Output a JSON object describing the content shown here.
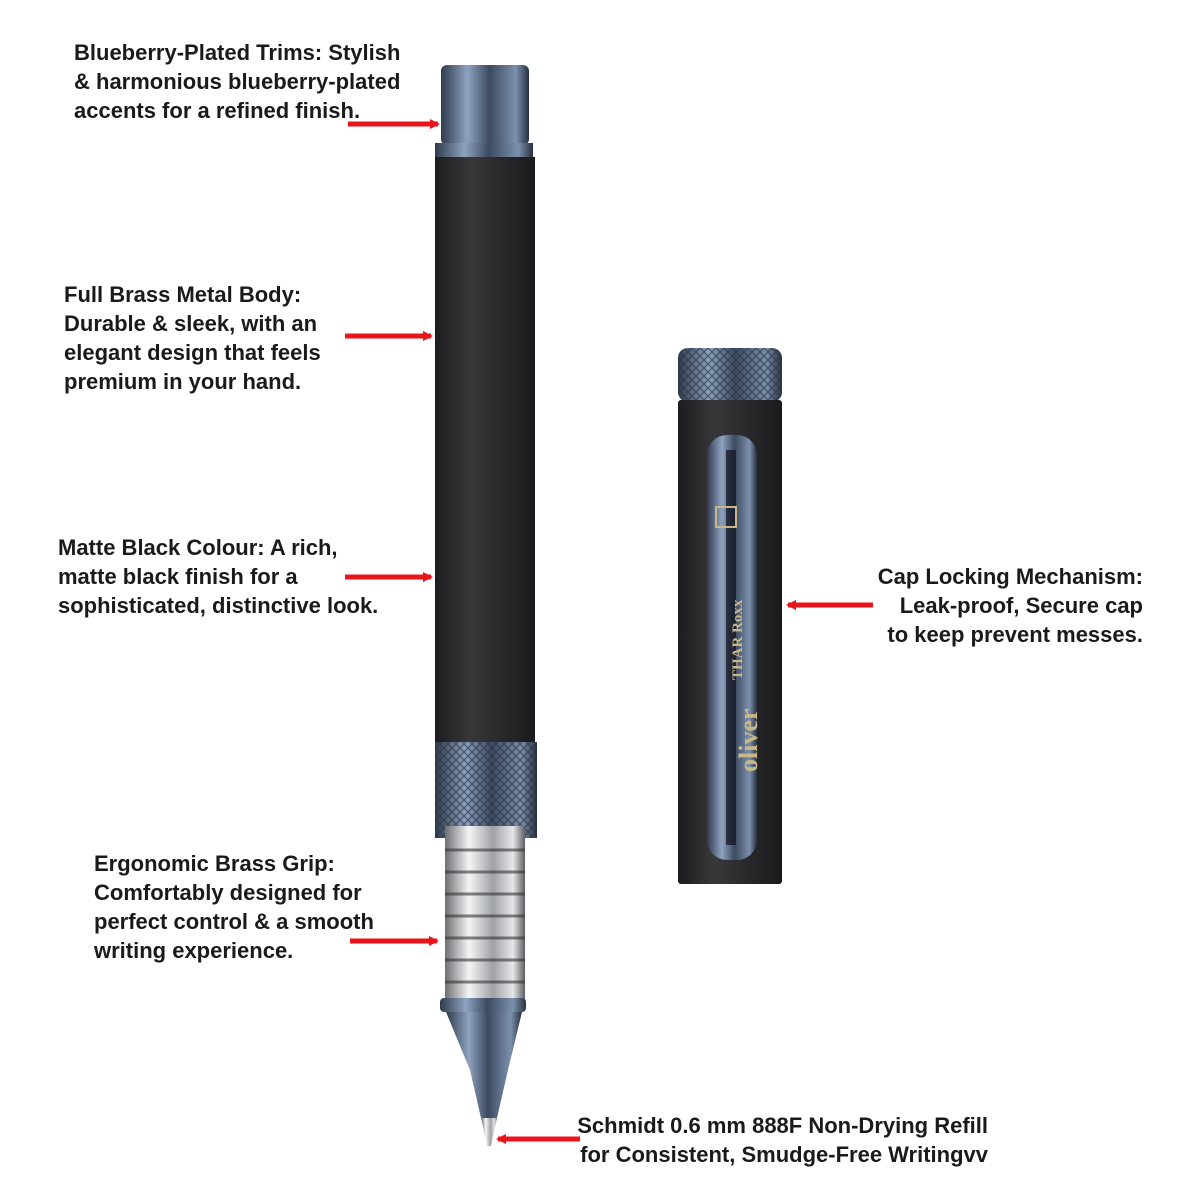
{
  "annotations": {
    "trims": {
      "lines": [
        "Blueberry-Plated Trims: Stylish",
        "& harmonious blueberry-plated",
        "accents for a refined finish."
      ]
    },
    "body": {
      "lines": [
        "Full Brass Metal Body:",
        "Durable & sleek, with an",
        "elegant design that feels",
        "premium in your hand."
      ]
    },
    "colour": {
      "lines": [
        "Matte Black Colour: A rich,",
        "matte black finish for a",
        "sophisticated, distinctive look."
      ]
    },
    "grip": {
      "lines": [
        "Ergonomic Brass Grip:",
        "Comfortably designed for",
        "perfect control & a smooth",
        "writing experience."
      ]
    },
    "cap": {
      "lines": [
        "Cap Locking Mechanism:",
        "Leak-proof, Secure cap",
        "to keep prevent messes."
      ]
    },
    "refill": {
      "lines": [
        "Schmidt 0.6 mm 888F Non-Drying Refill",
        "for Consistent, Smudge-Free Writingvv"
      ]
    }
  },
  "branding": {
    "brand": "oliver",
    "model": "THAR Roxx"
  },
  "colors": {
    "arrow": "#e8151b",
    "trim": "#6f8199",
    "body": "#2a2a2c",
    "text": "#1a1a1a"
  }
}
